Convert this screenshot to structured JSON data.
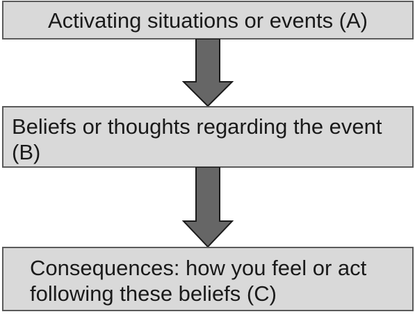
{
  "diagram": {
    "colors": {
      "box_fill": "#d9d9d9",
      "box_border": "#5a5a5a",
      "arrow_fill": "#666666",
      "arrow_stroke": "#1a1a1a",
      "text": "#1a1a1a"
    },
    "boxes": [
      {
        "id": "A",
        "text": "Activating situations or events (A)"
      },
      {
        "id": "B",
        "text": "Beliefs or thoughts regarding the event (B)"
      },
      {
        "id": "C",
        "text": "Consequences: how you feel or act following these beliefs (C)"
      }
    ],
    "arrows": [
      {
        "from": "A",
        "to": "B",
        "direction": "down"
      },
      {
        "from": "B",
        "to": "C",
        "direction": "down"
      }
    ]
  }
}
